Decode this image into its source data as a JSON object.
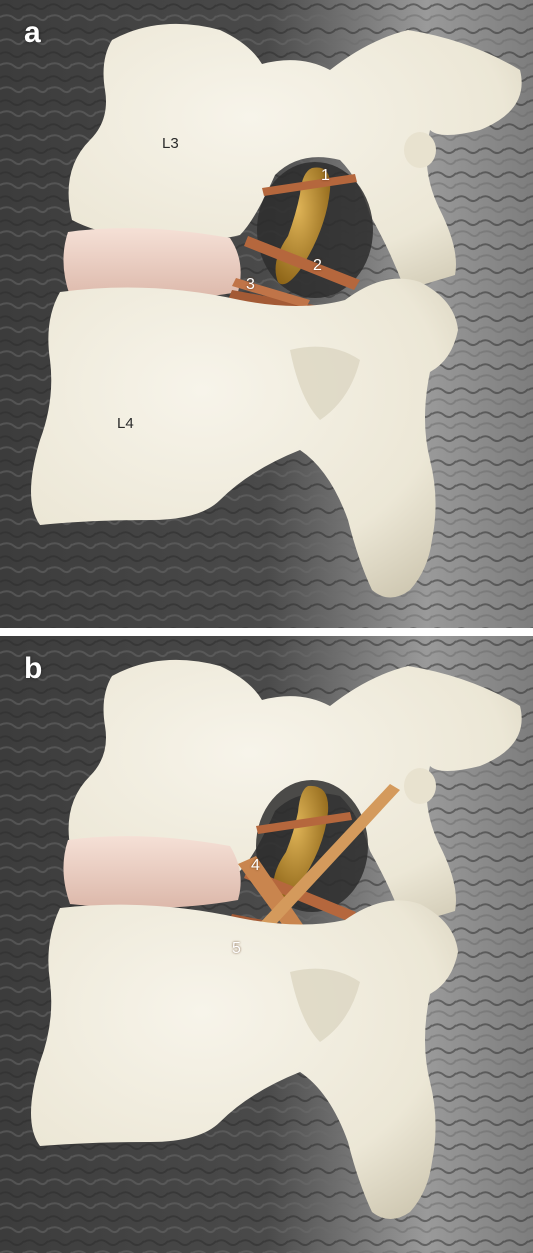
{
  "panels": [
    {
      "letter": "a",
      "vertebra_labels": [
        "L3",
        "L4"
      ],
      "ligament_labels": [
        "1",
        "2",
        "3"
      ]
    },
    {
      "letter": "b",
      "ligament_labels": [
        "4",
        "5"
      ]
    }
  ],
  "colors": {
    "bone": "#f1ede0",
    "bone_shadow": "#cfc9b5",
    "disc": "#f0d6cc",
    "ganglion": "#b8862a",
    "ligament": "#b5673d",
    "background_scan": "#5a5a5a"
  }
}
